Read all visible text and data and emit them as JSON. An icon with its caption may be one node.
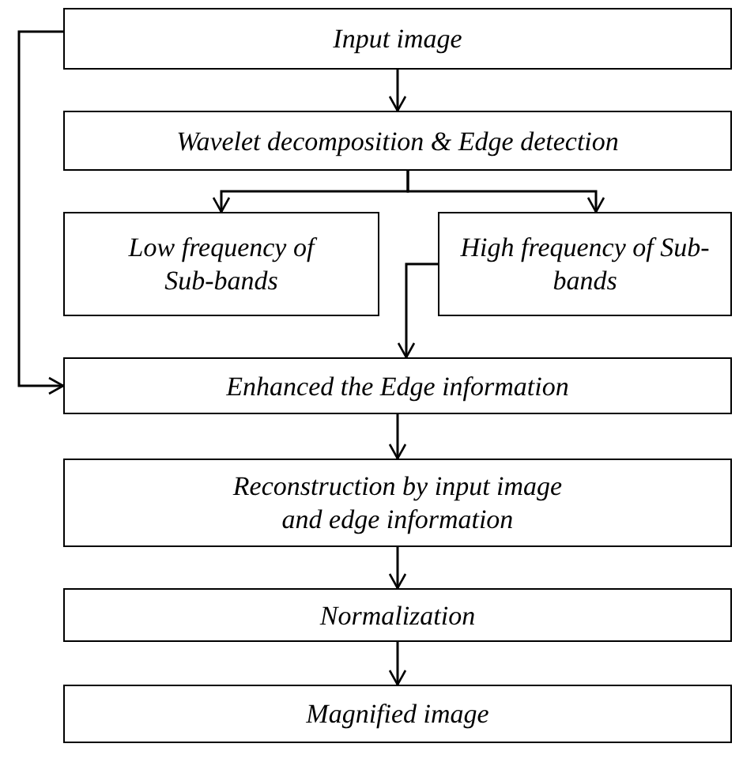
{
  "diagram": {
    "nodes": [
      {
        "text": [
          "Input image"
        ]
      },
      {
        "text": [
          "Wavelet decomposition & Edge detection"
        ]
      },
      {
        "text": [
          "Low frequency of Sub-bands"
        ]
      },
      {
        "text": [
          "High frequency of Sub-bands"
        ]
      },
      {
        "text": [
          "Enhanced the Edge information"
        ]
      },
      {
        "text": [
          "Reconstruction by input image and edge information"
        ]
      },
      {
        "text": [
          "Normalization"
        ]
      },
      {
        "text": [
          "Magnified image"
        ]
      }
    ],
    "edges": [
      {
        "from": 0,
        "to": 1,
        "arrow": "to"
      },
      {
        "from": 1,
        "to": 2,
        "arrow": "to"
      },
      {
        "from": 1,
        "to": 3,
        "arrow": "to"
      },
      {
        "from": 0,
        "to": 4,
        "arrow": "to"
      },
      {
        "from": 3,
        "to": 4,
        "arrow": "to"
      },
      {
        "from": 4,
        "to": 5,
        "arrow": "to"
      },
      {
        "from": 5,
        "to": 6,
        "arrow": "to"
      },
      {
        "from": 6,
        "to": 7,
        "arrow": "to"
      }
    ]
  }
}
